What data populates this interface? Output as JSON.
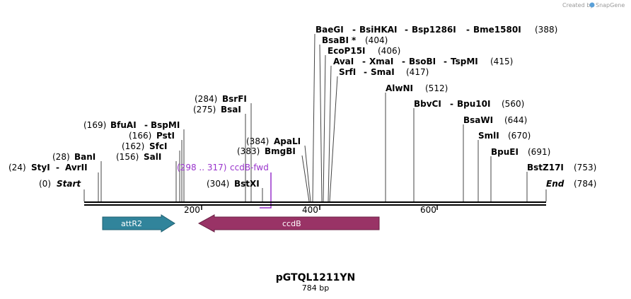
{
  "credit": {
    "text": "Created by",
    "brand": "SnapGene"
  },
  "plasmid": {
    "name": "pGTQL1211YN",
    "size": "784 bp",
    "length_bp": 784
  },
  "ruler": {
    "ticks": [
      "200",
      "400",
      "600"
    ]
  },
  "colors": {
    "attR2": "#31849b",
    "ccdB": "#993366",
    "primer": "#9933cc",
    "line": "#000000"
  },
  "sites": [
    {
      "pos": "(0)",
      "name": "Start",
      "bp": 0
    },
    {
      "pos": "(24)",
      "name": "StyI",
      "name2": "AvrII",
      "bp": 24
    },
    {
      "pos": "(28)",
      "name": "BanI",
      "bp": 28
    },
    {
      "pos": "(156)",
      "name": "SalI",
      "bp": 156
    },
    {
      "pos": "(162)",
      "name": "SfcI",
      "bp": 162
    },
    {
      "pos": "(166)",
      "name": "PstI",
      "bp": 166
    },
    {
      "pos": "(169)",
      "name": "BfuAI",
      "name2": "BspMI",
      "bp": 169
    },
    {
      "pos": "(275)",
      "name": "BsaI",
      "bp": 275
    },
    {
      "pos": "(284)",
      "name": "BsrFI",
      "bp": 284
    },
    {
      "pos": "(304)",
      "name": "BstXI",
      "bp": 304
    },
    {
      "pos": "(383)",
      "name": "BmgBI",
      "bp": 383
    },
    {
      "pos": "(384)",
      "name": "ApaLI",
      "bp": 384
    },
    {
      "name": "BaeGI",
      "name2": "BsiHKAI",
      "name3": "Bsp1286I",
      "name4": "Bme1580I",
      "pos": "(388)",
      "bp": 388
    },
    {
      "name": "BsaBI",
      "star": "*",
      "pos": "(404)",
      "bp": 404
    },
    {
      "name": "EcoP15I",
      "pos": "(406)",
      "bp": 406
    },
    {
      "name": "AvaI",
      "name2": "XmaI",
      "name3": "BsoBI",
      "name4": "TspMI",
      "pos": "(415)",
      "bp": 415
    },
    {
      "name": "SrfI",
      "name2": "SmaI",
      "pos": "(417)",
      "bp": 417
    },
    {
      "name": "AlwNI",
      "pos": "(512)",
      "bp": 512
    },
    {
      "name": "BbvCI",
      "name2": "Bpu10I",
      "pos": "(560)",
      "bp": 560
    },
    {
      "name": "BsaWI",
      "pos": "(644)",
      "bp": 644
    },
    {
      "name": "SmlI",
      "pos": "(670)",
      "bp": 670
    },
    {
      "name": "BpuEI",
      "pos": "(691)",
      "bp": 691
    },
    {
      "name": "BstZ17I",
      "pos": "(753)",
      "bp": 753
    },
    {
      "name": "End",
      "pos": "(784)",
      "bp": 784
    }
  ],
  "primer": {
    "range": "(298 .. 317)",
    "name": "ccdB-fwd",
    "start": 298,
    "end": 317
  },
  "features": [
    {
      "name": "attR2",
      "start": 30,
      "end": 155,
      "direction": "forward"
    },
    {
      "name": "ccdB",
      "start": 195,
      "end": 503,
      "direction": "reverse"
    }
  ]
}
